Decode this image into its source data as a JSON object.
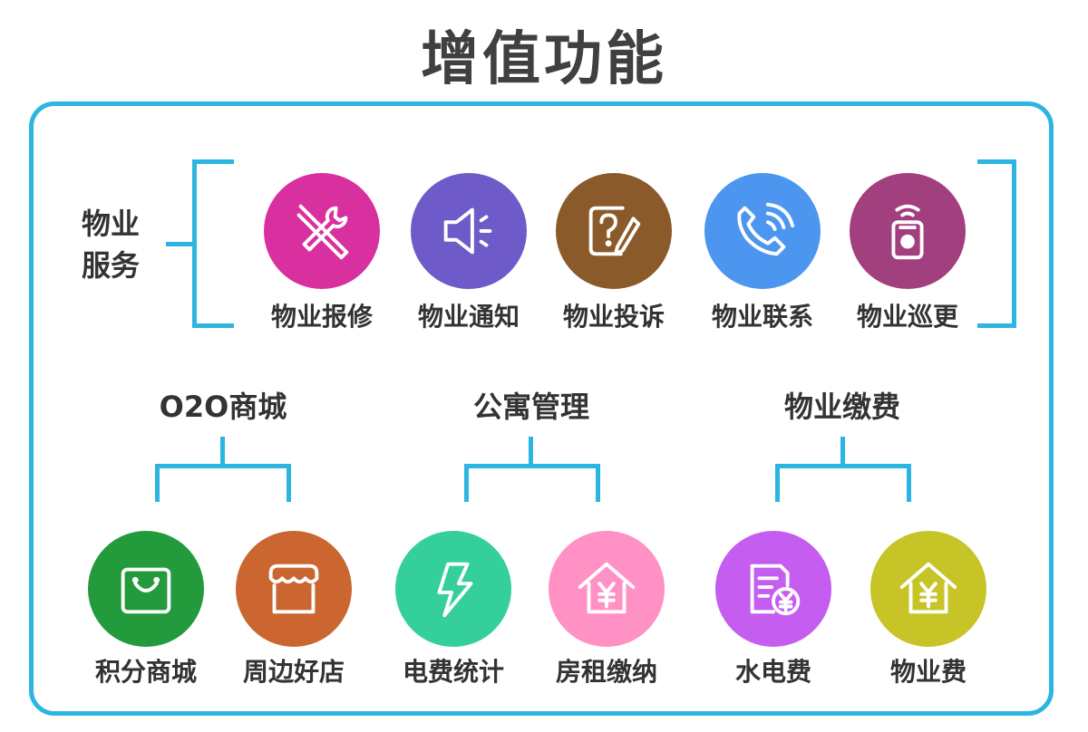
{
  "title": "增值功能",
  "colors": {
    "accent": "#2bb5e0"
  },
  "property_service": {
    "label_line1": "物业",
    "label_line2": "服务",
    "items": [
      {
        "label": "物业报修",
        "icon": "repair-tools-icon",
        "color": "#d8309e"
      },
      {
        "label": "物业通知",
        "icon": "speaker-icon",
        "color": "#6e5bc9"
      },
      {
        "label": "物业投诉",
        "icon": "complaint-icon",
        "color": "#8b5a2b"
      },
      {
        "label": "物业联系",
        "icon": "phone-icon",
        "color": "#4d96ef"
      },
      {
        "label": "物业巡更",
        "icon": "patrol-device-icon",
        "color": "#a23f7e"
      }
    ]
  },
  "groups": [
    {
      "label": "O2O商城",
      "items": [
        {
          "label": "积分商城",
          "icon": "shopping-bag-icon",
          "color": "#239a3c"
        },
        {
          "label": "周边好店",
          "icon": "store-icon",
          "color": "#cb6630"
        }
      ]
    },
    {
      "label": "公寓管理",
      "items": [
        {
          "label": "电费统计",
          "icon": "lightning-icon",
          "color": "#34cf9a"
        },
        {
          "label": "房租缴纳",
          "icon": "house-yen-icon",
          "color": "#ff91c4"
        }
      ]
    },
    {
      "label": "物业缴费",
      "items": [
        {
          "label": "水电费",
          "icon": "bill-yen-icon",
          "color": "#c55df0"
        },
        {
          "label": "物业费",
          "icon": "house-yen-icon",
          "color": "#c7c428"
        }
      ]
    }
  ]
}
